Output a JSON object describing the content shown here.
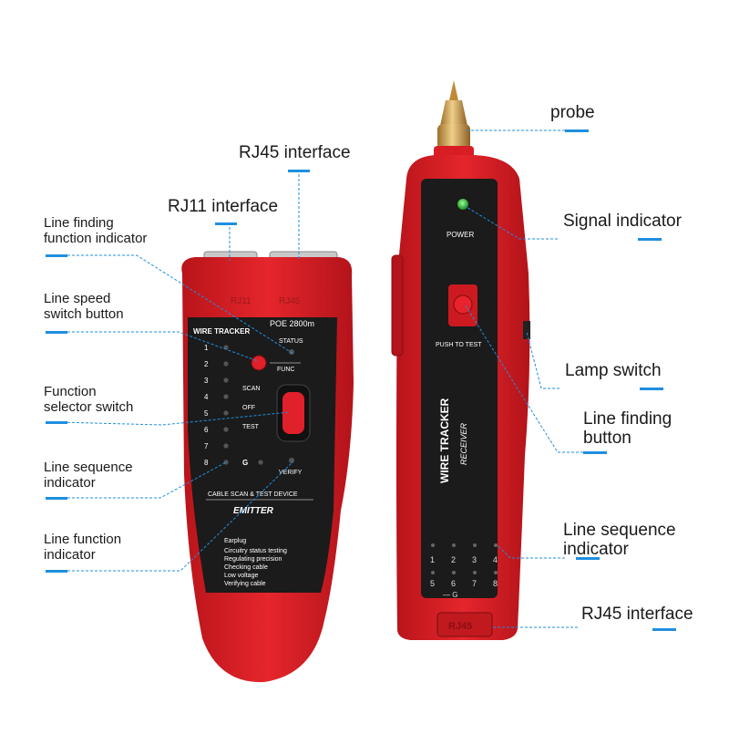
{
  "labels": {
    "probe": "probe",
    "rj45_top": "RJ45 interface",
    "rj11": "RJ11 interface",
    "line_finding_indicator": "Line finding\nfunction indicator",
    "line_speed_button": "Line speed\nswitch button",
    "function_selector": "Function\nselector switch",
    "line_sequence_left": "Line sequence\nindicator",
    "line_function_indicator": "Line function\nindicator",
    "signal_indicator": "Signal indicator",
    "lamp_switch": "Lamp switch",
    "line_finding_button": "Line finding\nbutton",
    "line_sequence_right": "Line sequence\nindicator",
    "rj45_bottom": "RJ45 interface"
  },
  "emitter": {
    "port_left": "RJ11",
    "port_right": "RJ45",
    "brand": "WIRE TRACKER",
    "model": "POE 2800m",
    "status": "STATUS",
    "func": "FUNC",
    "scan": "SCAN",
    "off": "OFF",
    "test": "TEST",
    "ground": "G",
    "verify": "VERIFY",
    "numbers": [
      "1",
      "2",
      "3",
      "4",
      "5",
      "6",
      "7",
      "8"
    ],
    "device_title": "CABLE SCAN & TEST DEVICE",
    "device_name": "EMITTER",
    "features": [
      "Earplug",
      "Circuitry status testing",
      "Regulating precision",
      "Checking cable",
      "Low voltage",
      "Verifying cable"
    ]
  },
  "receiver": {
    "power": "POWER",
    "push_to_test": "PUSH TO TEST",
    "brand": "WIRE TRACKER",
    "sub": "RECEIVER",
    "numbers_top": [
      "1",
      "2",
      "3",
      "4"
    ],
    "numbers_bottom": [
      "5",
      "6",
      "7",
      "8"
    ],
    "ground": "— G",
    "port": "RJ45"
  },
  "colors": {
    "device_red": "#d81e24",
    "panel_black": "#1b1b1b",
    "accent_blue": "#1f8fe0",
    "probe_gold": "#c99a45",
    "led_green": "#3ac43a"
  }
}
